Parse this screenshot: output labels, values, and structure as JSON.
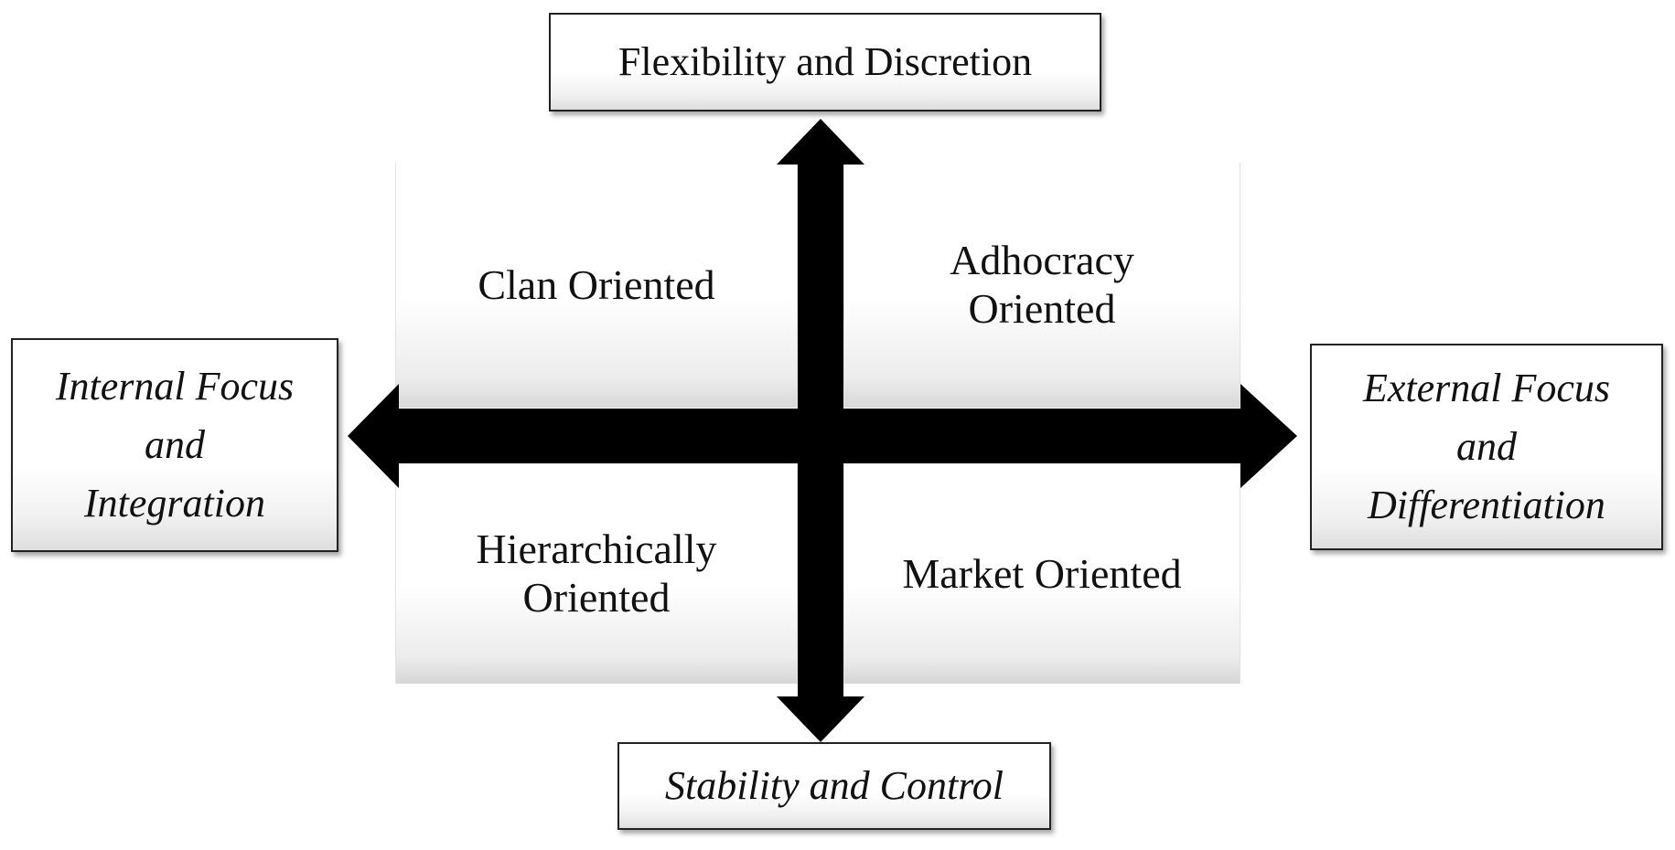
{
  "axes": {
    "top": "Flexibility and Discretion",
    "bottom": "Stability and Control",
    "left": "Internal Focus\nand\nIntegration",
    "right": "External Focus\nand\nDifferentiation"
  },
  "quadrants": {
    "top_left": "Clan Oriented",
    "top_right": "Adhocracy\nOriented",
    "bottom_left": "Hierarchically\nOriented",
    "bottom_right": "Market Oriented"
  },
  "colors": {
    "arrow": "#000000",
    "box_border": "#222222",
    "text": "#111111"
  }
}
